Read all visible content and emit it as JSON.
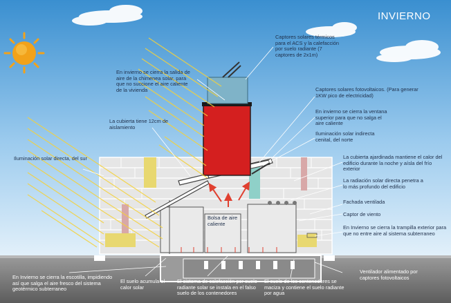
{
  "title": "INVIERNO",
  "labels": {
    "captores_acs": "Captores solares térmicos para el ACS y la calefacción por suelo radiante (7 captores de 2x1m)",
    "chimenea": "En invierno se cierra la salida de aire de la chimenea solar, para que no succione el aire caliente de la vivienda",
    "fotovoltaicos": "Captores solares fotovoltaicos. (Para generar 1KW pico de electricidad)",
    "ventana": "En invierno se cierra la ventana superior para que no salga el aire caliente",
    "cubierta_12": "La cubierta tiene 12cm de aislamiento",
    "indirecta": "Iluminación solar indirecta cenital, del norte",
    "directa_sur": "Iluminación solar directa, del sur",
    "ajardinada": "La cubierta ajardinada mantiene el calor del edificio durante la noche y aísla del frío exterior",
    "radiacion": "La radiación solar directa penetra a lo más profundo del edificio",
    "fachada": "Fachada ventilada",
    "captor_viento": "Captor de viento",
    "bolsa": "Bolsa de aire caliente",
    "trampilla": "En Invierno se cierra la trampilla exterior para que no entre aire al sistema subterraneo",
    "escotilla": "En Invierno se cierra la escotilla, impidiendo así que salga el aire fresco del sistema geotérmico subterraneo",
    "suelo_acumula": "El suelo acumula el calor solar",
    "calefaccion_suelo": "El sistema de calefacción por suelo radiante solar se instala en el falso suelo de los contenedores",
    "suelo_contenedores": "El suelo de los contenedores se maciza y contiene el suelo radiante por agua",
    "ventilador": "Ventilador alimentado por captores fotovoltaicos"
  },
  "colors": {
    "sky_top": "#3a8fd0",
    "sky_bottom": "#d9ecf8",
    "sun": "#f2a21a",
    "rays": "#f5d23a",
    "chimney": "#d41f1f",
    "collector": "#7fb3c8",
    "wall": "#e6e6e6",
    "accent_yellow": "#e8d870",
    "accent_pink": "#d8a8a8",
    "accent_teal": "#8fd0c8",
    "ground": "#8c8c8c",
    "arrow_red": "#e04030"
  }
}
